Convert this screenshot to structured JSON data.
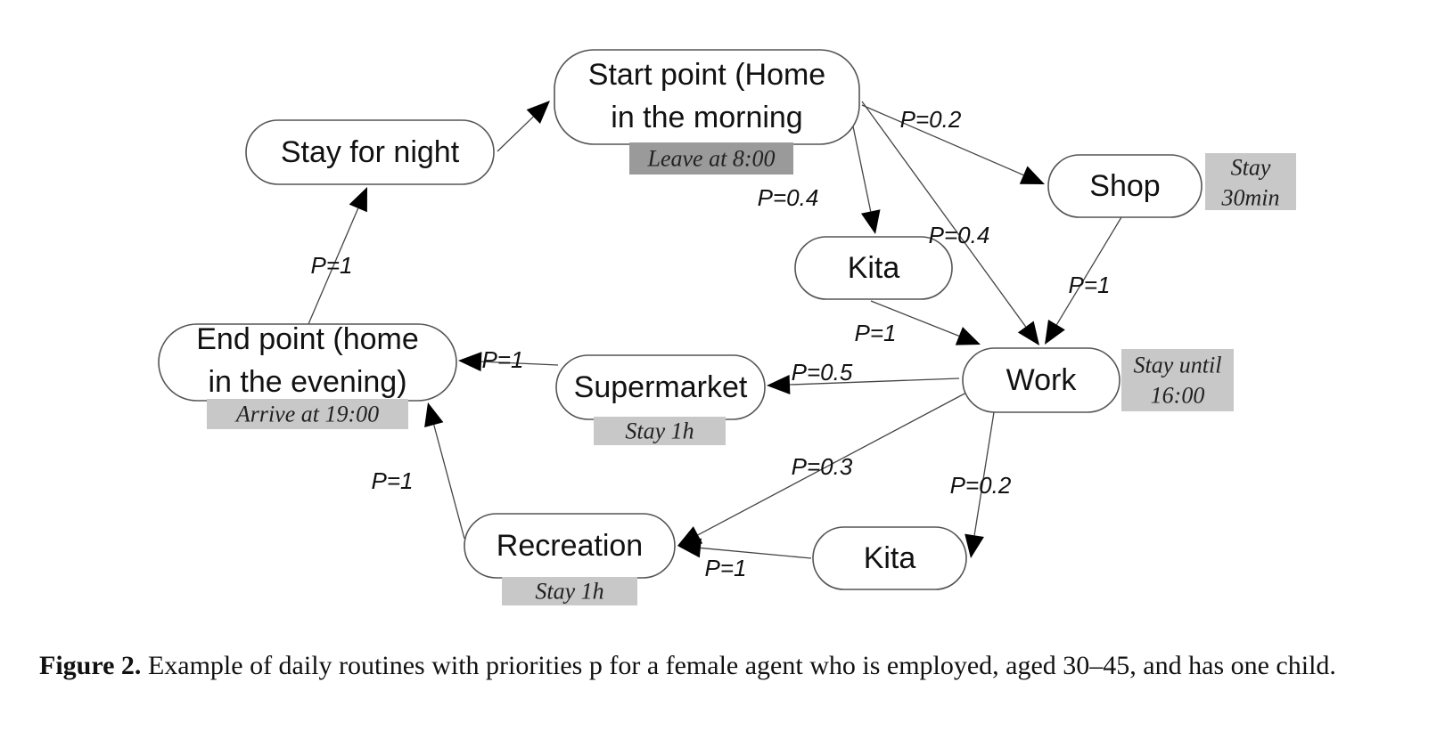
{
  "nodes": {
    "start": {
      "lines": [
        "Start point (Home",
        "in the morning"
      ]
    },
    "stay_night": {
      "lines": [
        "Stay for night"
      ]
    },
    "end": {
      "lines": [
        "End point (home",
        "in the evening)"
      ]
    },
    "shop": {
      "lines": [
        "Shop"
      ]
    },
    "kita_top": {
      "lines": [
        "Kita"
      ]
    },
    "work": {
      "lines": [
        "Work"
      ]
    },
    "supermarket": {
      "lines": [
        "Supermarket"
      ]
    },
    "recreation": {
      "lines": [
        "Recreation"
      ]
    },
    "kita_bottom": {
      "lines": [
        "Kita"
      ]
    }
  },
  "notes": {
    "start": {
      "lines": [
        "Leave at 8:00"
      ]
    },
    "shop": {
      "lines": [
        "Stay",
        "30min"
      ]
    },
    "work": {
      "lines": [
        "Stay until",
        "16:00"
      ]
    },
    "end": {
      "lines": [
        "Arrive at 19:00"
      ]
    },
    "supermarket": {
      "lines": [
        "Stay 1h"
      ]
    },
    "recreation": {
      "lines": [
        "Stay 1h"
      ]
    }
  },
  "edges": [
    {
      "from": "stay_night",
      "to": "start",
      "label": ""
    },
    {
      "from": "start",
      "to": "shop",
      "label": "P=0.2"
    },
    {
      "from": "start",
      "to": "kita_top",
      "label": "P=0.4"
    },
    {
      "from": "start",
      "to": "work",
      "label": "P=0.4"
    },
    {
      "from": "shop",
      "to": "work",
      "label": "P=1"
    },
    {
      "from": "kita_top",
      "to": "work",
      "label": "P=1"
    },
    {
      "from": "work",
      "to": "supermarket",
      "label": "P=0.5"
    },
    {
      "from": "work",
      "to": "recreation",
      "label": "P=0.3"
    },
    {
      "from": "work",
      "to": "kita_bottom",
      "label": "P=0.2"
    },
    {
      "from": "kita_bottom",
      "to": "recreation",
      "label": "P=1"
    },
    {
      "from": "supermarket",
      "to": "end",
      "label": "P=1"
    },
    {
      "from": "recreation",
      "to": "end",
      "label": "P=1"
    },
    {
      "from": "end",
      "to": "stay_night",
      "label": "P=1"
    }
  ],
  "caption": {
    "figure_label": "Figure 2.",
    "text": " Example of daily routines with priorities p for a female agent who is employed, aged 30–45, and has one child."
  }
}
